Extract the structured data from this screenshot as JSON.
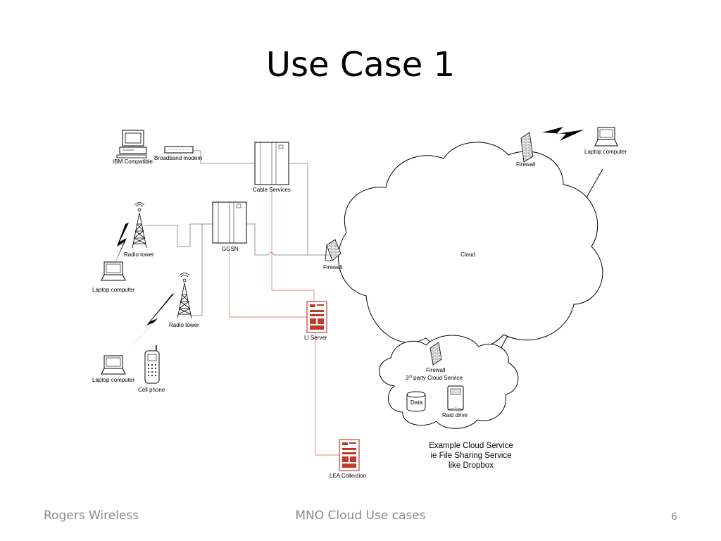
{
  "slide": {
    "title": "Use Case 1",
    "footer_left": "Rogers Wireless",
    "footer_center": "MNO Cloud Use cases",
    "page_number": "6"
  },
  "diagram": {
    "labels": {
      "ibm_compatible": "IBM Compatible",
      "broadband_modem": "Broadband modem",
      "cable_services": "Cable Services",
      "ggsn": "GGSN",
      "radio_tower_1": "Radio tower",
      "radio_tower_2": "Radio tower",
      "laptop_1": "Laptop computer",
      "laptop_2": "Laptop computer",
      "laptop_3": "Laptop computer",
      "cell_phone": "Cell phone",
      "firewall_main": "Firewall",
      "firewall_top": "Firewall",
      "firewall_third": "Firewall",
      "cloud": "Cloud",
      "li_server": "LI Server",
      "lea_collection": "LEA Collection",
      "third_party_prefix": "3",
      "third_party_sup": "rd",
      "third_party_rest": " party Cloud Service",
      "data": "Data",
      "raid_drive": "Raid drive",
      "example_line1": "Example Cloud Service",
      "example_line2": "ie File Sharing Service",
      "example_line3": "like Dropbox"
    },
    "colors": {
      "li_link": "#e8867c",
      "server_red": "#c0392b",
      "line": "#7a7a7a"
    }
  }
}
